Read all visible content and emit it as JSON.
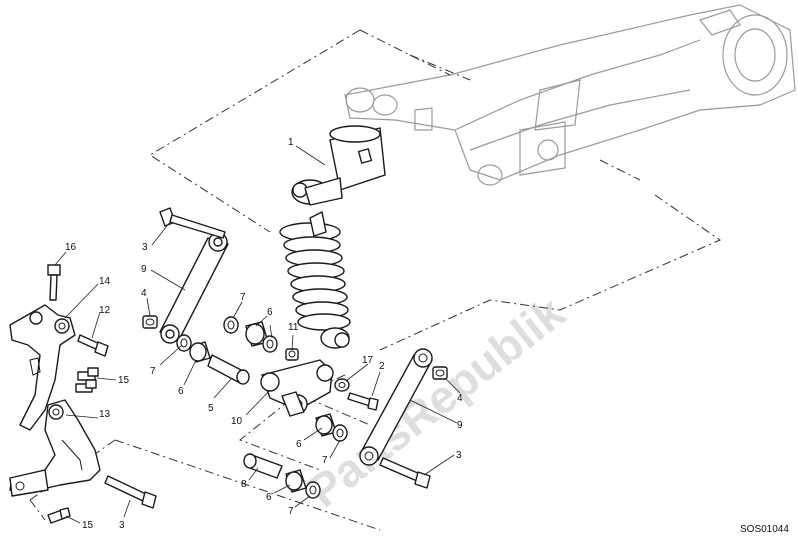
{
  "watermark": "PartsRepublik",
  "drawing_code": "SOS01044",
  "callouts": [
    {
      "id": "c1",
      "label": "1"
    },
    {
      "id": "c2",
      "label": "2"
    },
    {
      "id": "c3a",
      "label": "3"
    },
    {
      "id": "c3b",
      "label": "3"
    },
    {
      "id": "c3c",
      "label": "3"
    },
    {
      "id": "c4a",
      "label": "4"
    },
    {
      "id": "c4b",
      "label": "4"
    },
    {
      "id": "c5",
      "label": "5"
    },
    {
      "id": "c6a",
      "label": "6"
    },
    {
      "id": "c6b",
      "label": "6"
    },
    {
      "id": "c6c",
      "label": "6"
    },
    {
      "id": "c6d",
      "label": "6"
    },
    {
      "id": "c7a",
      "label": "7"
    },
    {
      "id": "c7b",
      "label": "7"
    },
    {
      "id": "c7c",
      "label": "7"
    },
    {
      "id": "c7d",
      "label": "7"
    },
    {
      "id": "c8",
      "label": "8"
    },
    {
      "id": "c9a",
      "label": "9"
    },
    {
      "id": "c9b",
      "label": "9"
    },
    {
      "id": "c10",
      "label": "10"
    },
    {
      "id": "c11",
      "label": "11"
    },
    {
      "id": "c12",
      "label": "12"
    },
    {
      "id": "c13",
      "label": "13"
    },
    {
      "id": "c14",
      "label": "14"
    },
    {
      "id": "c15a",
      "label": "15"
    },
    {
      "id": "c15b",
      "label": "15"
    },
    {
      "id": "c16",
      "label": "16"
    },
    {
      "id": "c17",
      "label": "17"
    }
  ]
}
